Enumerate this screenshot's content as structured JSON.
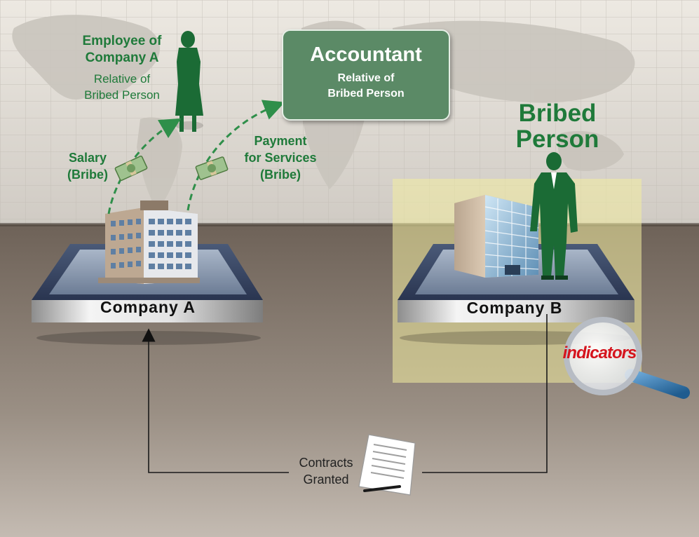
{
  "diagram": {
    "employee": {
      "name_line1": "Employee of",
      "name_line2": "Company A",
      "relation_line1": "Relative of",
      "relation_line2": "Bribed Person"
    },
    "accountant": {
      "title": "Accountant",
      "relation_line1": "Relative of",
      "relation_line2": "Bribed Person"
    },
    "bribed_person": {
      "line1": "Bribed",
      "line2": "Person"
    },
    "salary": {
      "line1": "Salary",
      "line2": "(Bribe)"
    },
    "payment": {
      "line1": "Payment",
      "line2": "for Services",
      "line3": "(Bribe)"
    },
    "company_a": "Company A",
    "company_b": "Company B",
    "indicators": "indicators",
    "contracts": {
      "line1": "Contracts",
      "line2": "Granted"
    },
    "colors": {
      "label_green": "#1f7a3a",
      "figure_green": "#1b6b35",
      "accountant_box": "#5b8a66",
      "highlight": "#f2eca0",
      "indicators_red": "#d5141d",
      "ground": "#857a70",
      "sky": "#dcd6cc"
    },
    "icons": [
      "woman-figure-icon",
      "man-figure-icon",
      "office-building-icon",
      "money-bundle-icon",
      "magnifying-glass-icon",
      "contract-document-icon",
      "pen-icon",
      "world-map-icon"
    ]
  }
}
